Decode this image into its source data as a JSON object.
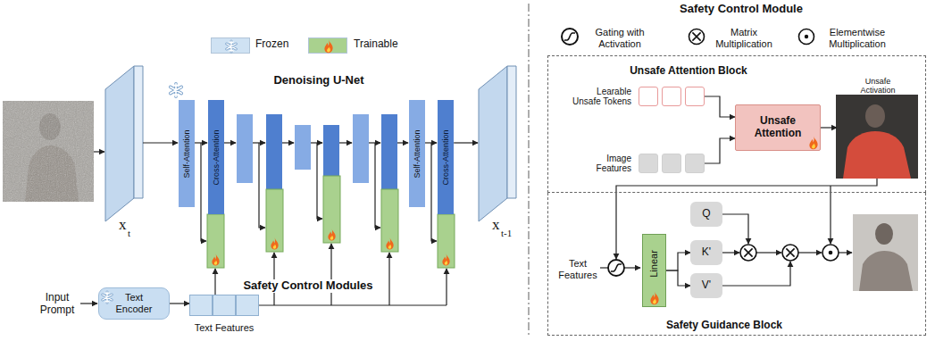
{
  "diagram": {
    "nodes": [
      {
        "text": [
          "Denoising U-Net"
        ]
      },
      {
        "text": [
          "Self-Attention"
        ],
        "in": 0
      },
      {
        "text": [
          "Cross-Attention"
        ],
        "in": 0
      },
      {
        "text": [
          "Self-Attention"
        ],
        "in": 0
      },
      {
        "text": [
          "Cross-Attention"
        ],
        "in": 0
      },
      {
        "text": [
          "Text Encoder"
        ]
      },
      {
        "text": [
          "Text Features"
        ]
      },
      {
        "text": [
          "Unsafe Attention Block"
        ]
      },
      {
        "text": [
          "Learable Unsafe Tokens"
        ],
        "in": 7
      },
      {
        "text": [
          "Image Features"
        ],
        "in": 7
      },
      {
        "text": [
          "Unsafe Attention"
        ],
        "in": 7
      },
      {
        "text": [
          "Unsafe Activation"
        ],
        "in": 7
      },
      {
        "text": [
          "Safety Guidance Block"
        ]
      },
      {
        "text": [
          "Linear"
        ],
        "in": 12
      },
      {
        "text": [
          "Q"
        ],
        "in": 12
      },
      {
        "text": [
          "K'"
        ],
        "in": 12
      },
      {
        "text": [
          "V'"
        ],
        "in": 12
      }
    ],
    "edges": [
      {
        "from": 5,
        "to": 6,
        "arrow": "to"
      },
      {
        "from": 8,
        "to": 10,
        "arrow": "to"
      },
      {
        "from": 9,
        "to": 10,
        "arrow": "to"
      },
      {
        "from": 10,
        "to": 11,
        "arrow": "to"
      },
      {
        "from": 13,
        "to": 15,
        "arrow": "to"
      },
      {
        "from": 13,
        "to": 16,
        "arrow": "to"
      }
    ],
    "labels": [
      "Safety Control Modules",
      "Input Prompt",
      "x",
      "t",
      "x",
      "t-1",
      "Safety Control Module",
      "Text Features"
    ],
    "legend": [
      {
        "text": "Frozen",
        "color": "#cfe2f3"
      },
      {
        "text": "Trainable",
        "color": "#a9d18e"
      },
      {
        "text": "Gating with Activation"
      },
      {
        "text": "Matrix Multiplication"
      },
      {
        "text": "Elementwise Multiplication"
      }
    ]
  }
}
